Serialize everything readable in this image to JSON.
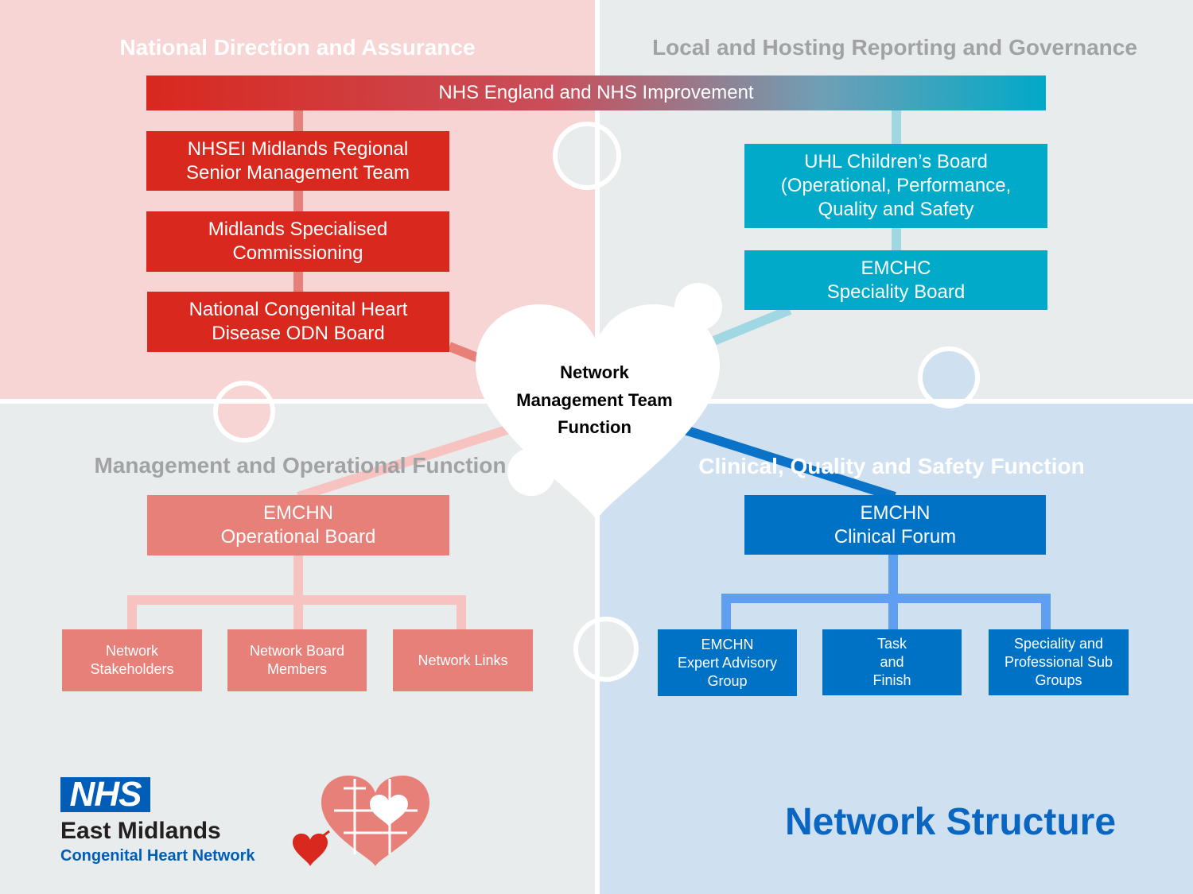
{
  "quadrants": {
    "national": {
      "title": "National Direction and Assurance",
      "color": "#ffffff"
    },
    "local": {
      "title": "Local and Hosting Reporting and Governance",
      "color": "#a0a2a4"
    },
    "management": {
      "title": "Management and Operational Function",
      "color": "#a0a2a4"
    },
    "clinical": {
      "title": "Clinical, Quality and Safety Function",
      "color": "#ffffff"
    }
  },
  "banner": "NHS England and NHS Improvement",
  "national_boxes": [
    "NHSEI Midlands Regional\nSenior Management Team",
    "Midlands Specialised\nCommissioning",
    "National Congenital Heart\nDisease ODN Board"
  ],
  "local_boxes": [
    "UHL Children’s Board\n(Operational, Performance,\nQuality and Safety",
    "EMCHC\nSpeciality Board"
  ],
  "center": "Network\nManagement  Team\nFunction",
  "management": {
    "board": "EMCHN\nOperational Board",
    "children": [
      "Network\nStakeholders",
      "Network Board\nMembers",
      "Network Links"
    ]
  },
  "clinical": {
    "forum": "EMCHN\nClinical Forum",
    "children": [
      "EMCHN\nExpert Advisory\nGroup",
      "Task\nand\nFinish",
      "Speciality and\nProfessional Sub\nGroups"
    ]
  },
  "logo": {
    "nhs": "NHS",
    "name": "East Midlands",
    "subtitle": "Congenital Heart Network"
  },
  "page_title": "Network Structure",
  "colors": {
    "red": "#d9281e",
    "teal": "#00aac8",
    "salmon": "#e8807a",
    "blue": "#0072c6",
    "nhs_blue": "#005eb8",
    "title_blue": "#0a66c0"
  }
}
